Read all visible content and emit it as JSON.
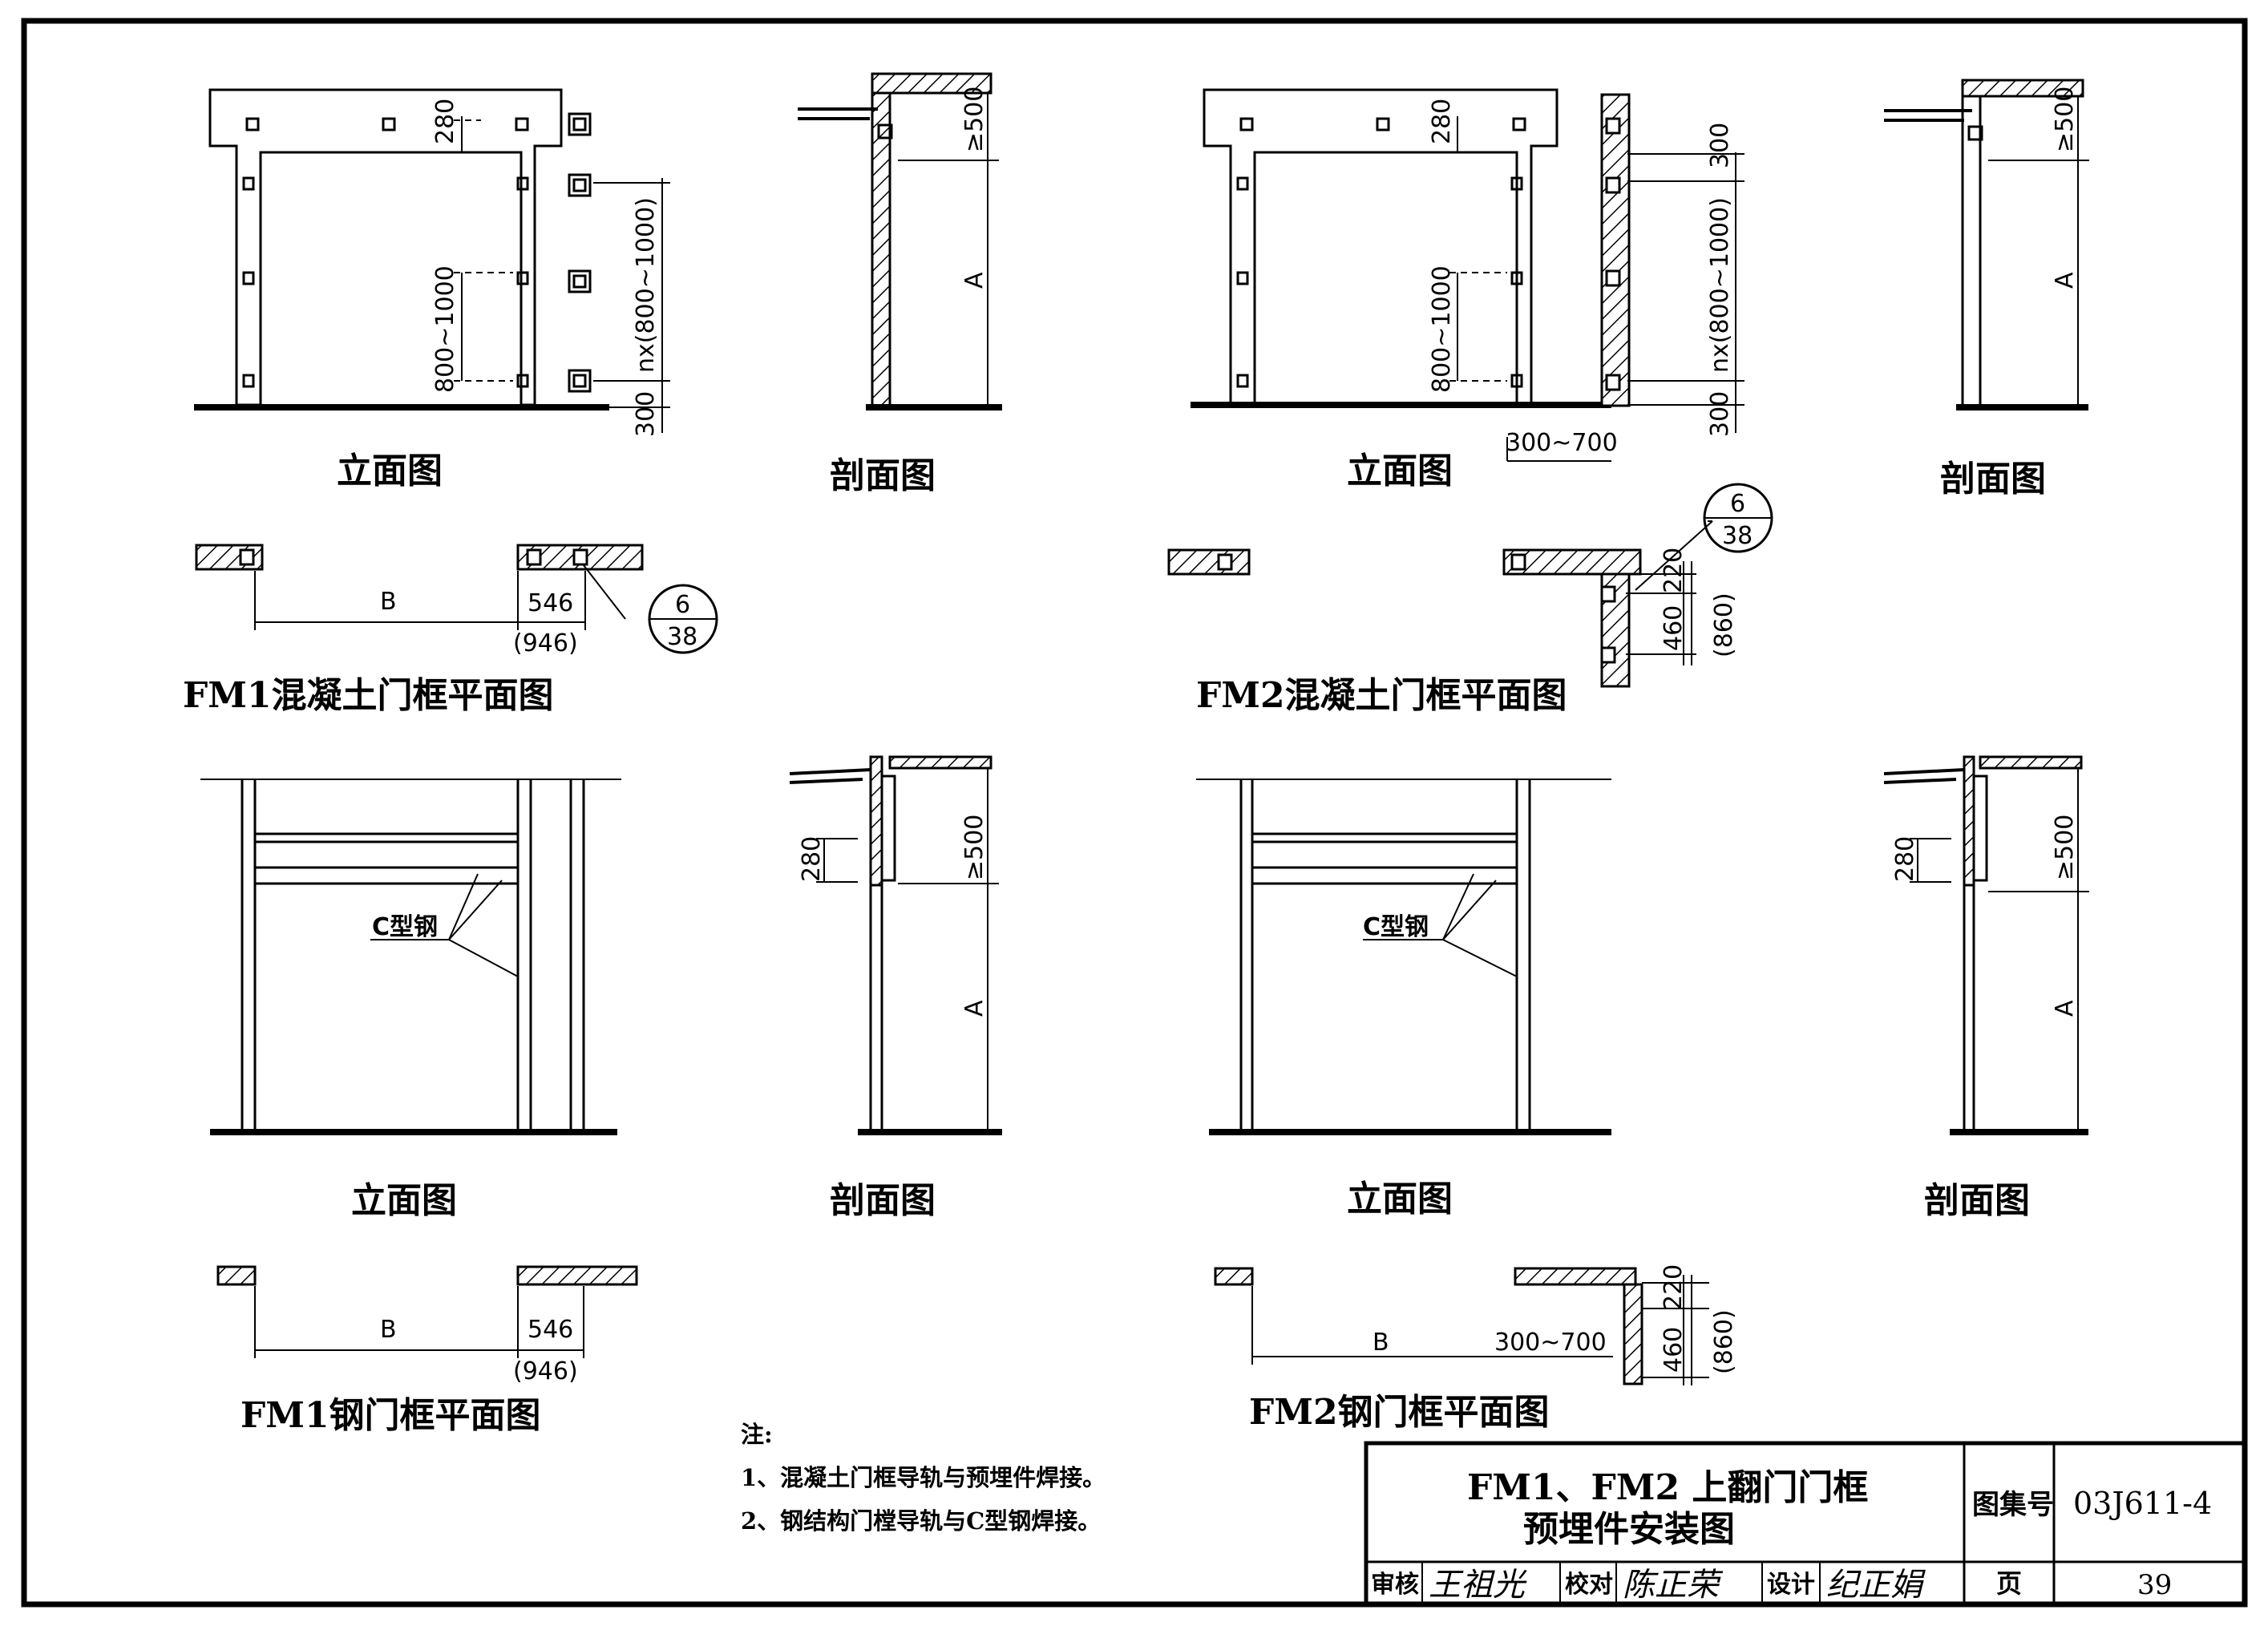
{
  "captions": {
    "elev": "立面图",
    "section": "剖面图",
    "fm1_concrete_plan": "FM1混凝土门框平面图",
    "fm2_concrete_plan": "FM2混凝土门框平面图",
    "fm1_steel_plan": "FM1钢门框平面图",
    "fm2_steel_plan": "FM2钢门框平面图"
  },
  "dims": {
    "d280": "280",
    "d800_1000": "800~1000",
    "n_800_1000": "nx(800~1000)",
    "d300": "300",
    "ge500": "≥500",
    "A": "A",
    "B": "B",
    "d546": "546",
    "d946": "(946)",
    "d300_700": "300~700",
    "d220": "220",
    "d460": "460",
    "d860": "(860)",
    "c_steel": "C型钢"
  },
  "detail_ref": {
    "num": "6",
    "sheet": "38"
  },
  "notes": {
    "title": "注:",
    "n1": "1、混凝土门框导轨与预埋件焊接。",
    "n2": "2、钢结构门樘导轨与C型钢焊接。"
  },
  "title_block": {
    "title_line1": "FM1、FM2 上翻门门框",
    "title_line2": "预埋件安装图",
    "atlas_label": "图集号",
    "atlas_no": "03J611-4",
    "review_label": "审核",
    "review_sign": "王祖光",
    "check_label": "校对",
    "check_sign": "陈正荣",
    "design_label": "设计",
    "design_sign": "纪正娟",
    "page_label": "页",
    "page_no": "39"
  }
}
